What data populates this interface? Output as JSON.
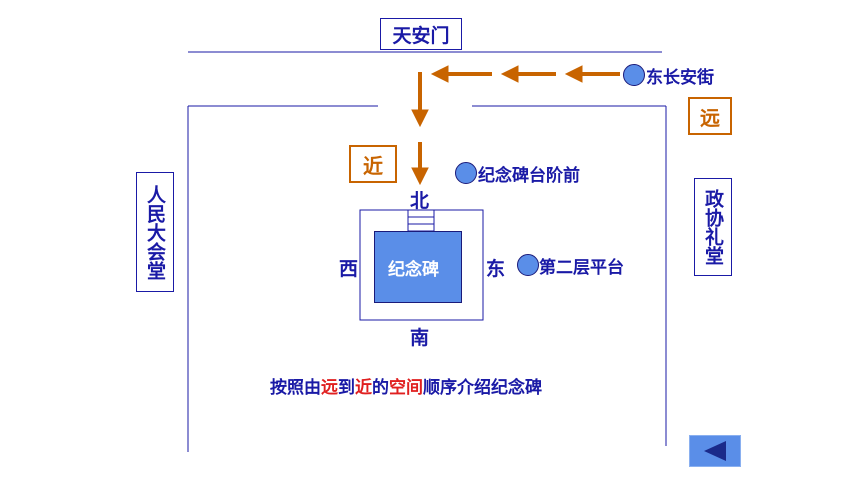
{
  "gate": "天安门",
  "street": "东长安街",
  "far": "远",
  "near": "近",
  "west_building": "人民大会堂",
  "east_building": "政协礼堂",
  "platform_front": "纪念碑台阶前",
  "monument": "纪念碑",
  "second_platform": "第二层平台",
  "directions": {
    "north": "北",
    "south": "南",
    "west": "西",
    "east": "东"
  },
  "sentence": {
    "part1": "按照由",
    "far": "远",
    "part2": "到",
    "near": "近",
    "part3": "的",
    "space": "空间",
    "part4": "顺序介绍纪念碑"
  },
  "colors": {
    "accent_orange": "#c86400",
    "blue_text": "#1a1aa6",
    "emphasis_red": "#e02020",
    "monument_fill": "#5a8ee8"
  },
  "icons": {
    "back": "triangle-left-icon"
  }
}
